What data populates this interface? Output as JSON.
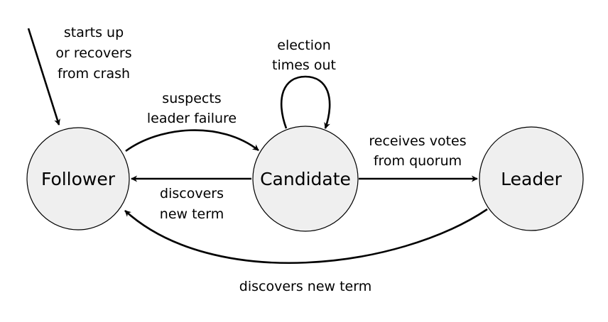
{
  "colors": {
    "state_fill": "#efefef",
    "stroke": "#000000",
    "background": "#ffffff"
  },
  "states": {
    "follower": "Follower",
    "candidate": "Candidate",
    "leader": "Leader"
  },
  "transitions": {
    "start": [
      "starts up",
      "or recovers",
      "from crash"
    ],
    "suspects_failure": [
      "suspects",
      "leader failure"
    ],
    "election_timeout": [
      "election",
      "times out"
    ],
    "receives_votes": [
      "receives votes",
      "from quorum"
    ],
    "candidate_discovers_term": [
      "discovers",
      "new term"
    ],
    "leader_discovers_term": [
      "discovers new term"
    ]
  }
}
